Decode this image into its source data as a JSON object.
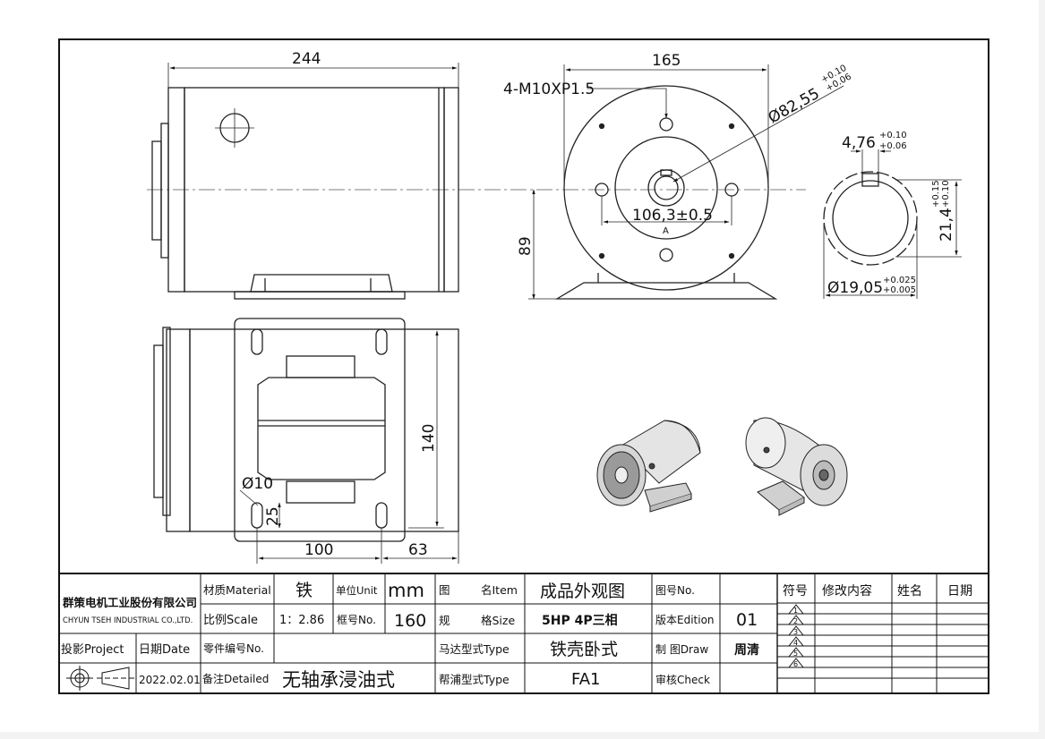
{
  "dimensions": {
    "length": "244",
    "front_width": "165",
    "thread": "4-M10XP1.5",
    "pilot_dia": "Ø82,55",
    "pilot_tol_upper": "+0.10",
    "pilot_tol_lower": "+0.06",
    "bolt_circle": "106,3±0.5",
    "bolt_circle_mark": "A",
    "shaft_height": "89",
    "key_width": "4,76",
    "key_tol_upper": "+0.10",
    "key_tol_lower": "+0.06",
    "key_height": "21,4",
    "key_height_tol_upper": "+0.15",
    "key_height_tol_lower": "+0.10",
    "bore_dia": "Ø19,05",
    "bore_tol_upper": "+0.025",
    "bore_tol_lower": "+0.005",
    "foot_hole": "Ø10",
    "foot_slot": "25",
    "foot_length": "140",
    "foot_spacing": "100",
    "foot_edge": "63"
  },
  "title_block": {
    "company_cn": "群策电机工业股份有限公司",
    "company_en": "CHYUN TSEH INDUSTRIAL CO.,LTD.",
    "material_label": "材质Material",
    "material_value": "铁",
    "unit_label": "单位Unit",
    "unit_value": "mm",
    "item_label_a": "图",
    "item_label_b": "名Item",
    "item_value": "成品外观图",
    "drawing_no_label": "图号No.",
    "drawing_no_value": "",
    "scale_label": "比例Scale",
    "scale_value": "1：2.86",
    "frame_label": "框号No.",
    "frame_value": "160",
    "size_label_a": "规",
    "size_label_b": "格Size",
    "size_value": "5HP 4P三相",
    "edition_label": "版本Edition",
    "edition_value": "01",
    "project_label": "投影Project",
    "date_label": "日期Date",
    "part_no_label": "零件编号No.",
    "part_no_value": "",
    "motor_type_label": "马达型式Type",
    "motor_type_value": "铁壳卧式",
    "draw_label": "制 图Draw",
    "draw_value": "周清",
    "date_value": "2022.02.01",
    "detail_label": "备注Detailed",
    "detail_value": "无轴承浸油式",
    "pump_type_label": "帮浦型式Type",
    "pump_type_value": "FA1",
    "check_label": "审核Check",
    "check_value": "",
    "revision": {
      "headers": [
        "符号",
        "修改内容",
        "姓名",
        "日期"
      ],
      "symbols": [
        "1",
        "2",
        "3",
        "4",
        "5",
        "6"
      ]
    }
  }
}
